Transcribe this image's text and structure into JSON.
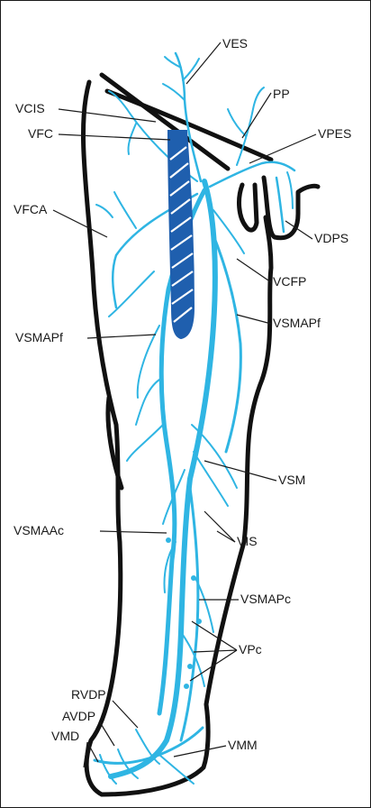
{
  "labels": {
    "ves": "VES",
    "pp": "PP",
    "vcis": "VCIS",
    "vpes": "VPES",
    "vfc": "VFC",
    "vfca": "VFCA",
    "vdps": "VDPS",
    "vcfp": "VCFP",
    "vsmapf_right": "VSMAPf",
    "vsmapf_left": "VSMAPf",
    "vsm": "VSM",
    "vsmaac": "VSMAAc",
    "vis": "VIS",
    "vsmapc": "VSMAPc",
    "vpc": "VPc",
    "rvdp": "RVDP",
    "avdp": "AVDP",
    "vmd": "VMD",
    "vmm": "VMM"
  },
  "colors": {
    "superficial_vein": "#2fb5e3",
    "femoral_vein": "#1f5fae",
    "outline": "#111111"
  }
}
